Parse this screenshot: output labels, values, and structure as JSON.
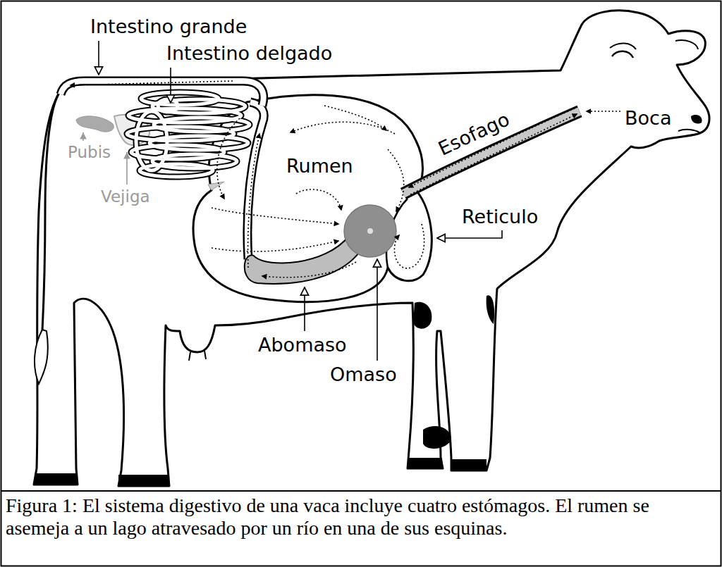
{
  "diagram": {
    "caption": "Figura 1: El sistema digestivo de una vaca incluye cuatro estómagos. El rumen se asemeja a un lago atravesado por un río en una de sus esquinas.",
    "labels": [
      "Intestino grande",
      "Intestino delgado",
      "Boca",
      "Esofago",
      "Pubis",
      "Rumen",
      "Vejiga",
      "Reticulo",
      "Abomaso",
      "Omaso"
    ]
  }
}
